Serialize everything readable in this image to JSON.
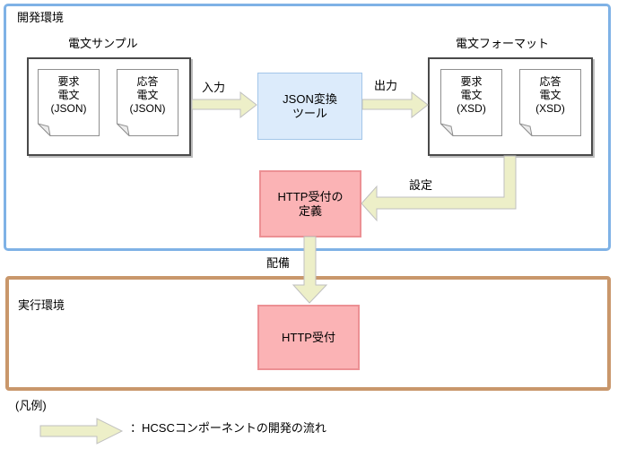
{
  "diagram": {
    "dev_env": {
      "label": "開発環境"
    },
    "exec_env": {
      "label": "実行環境"
    },
    "sample_group": {
      "label": "電文サンプル",
      "docs": [
        {
          "text": "要求\n電文\n(JSON)"
        },
        {
          "text": "応答\n電文\n(JSON)"
        }
      ]
    },
    "format_group": {
      "label": "電文フォーマット",
      "docs": [
        {
          "text": "要求\n電文\n(XSD)"
        },
        {
          "text": "応答\n電文\n(XSD)"
        }
      ]
    },
    "json_tool": {
      "label": "JSON変換\nツール"
    },
    "http_def": {
      "label": "HTTP受付の\n定義"
    },
    "http_recv": {
      "label": "HTTP受付"
    },
    "arrow_labels": {
      "input": "入力",
      "output": "出力",
      "config": "設定",
      "deploy": "配備"
    },
    "legend": {
      "title": "(凡例)",
      "text": "：HCSCコンポーネントの開発の流れ"
    },
    "colors": {
      "dev_border": "#7fb2e6",
      "exec_border": "#c9976b",
      "tool_fill": "#dcebfb",
      "tool_border": "#a3c6e9",
      "pink_fill": "#fbb3b5",
      "pink_border": "#ec9094",
      "arrow_fill": "#edefc8",
      "arrow_stroke": "#bfbfbf"
    }
  }
}
